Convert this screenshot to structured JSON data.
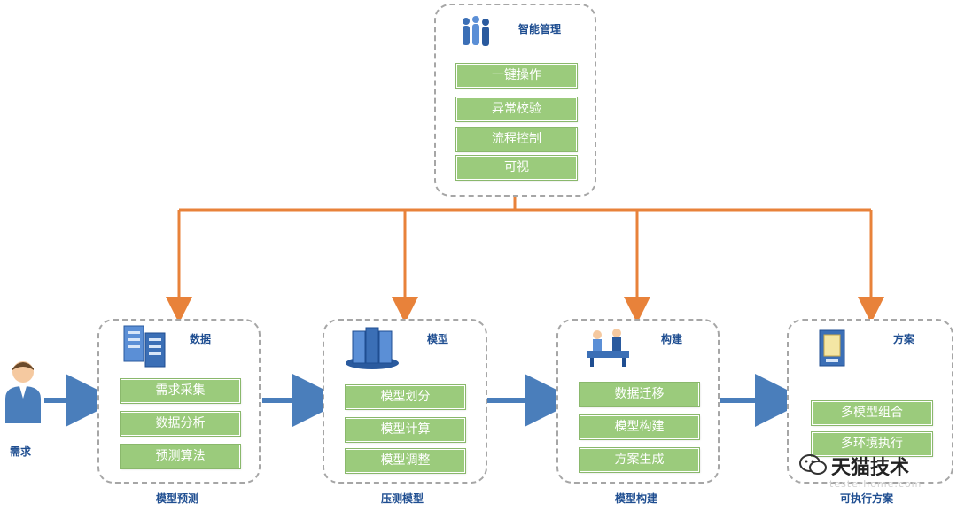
{
  "top": {
    "title": "智能管理",
    "items": [
      "一键操作",
      "异常校验",
      "流程控制",
      "可视"
    ],
    "icon": "people-group-icon"
  },
  "panels": [
    {
      "title": "数据",
      "items": [
        "需求采集",
        "数据分析",
        "预测算法"
      ],
      "caption": "模型预测",
      "icon": "server-rack-icon"
    },
    {
      "title": "模型",
      "items": [
        "模型划分",
        "模型计算",
        "模型调整"
      ],
      "caption": "压测模型",
      "icon": "database-cluster-icon"
    },
    {
      "title": "构建",
      "items": [
        "数据迁移",
        "模型构建",
        "方案生成"
      ],
      "caption": "模型构建",
      "icon": "workers-icon"
    },
    {
      "title": "方案",
      "items": [
        "多模型组合",
        "多环境执行"
      ],
      "caption": "可执行方案",
      "icon": "document-frame-icon"
    }
  ],
  "user": {
    "label": "需求",
    "icon": "user-avatar-icon"
  },
  "watermark": {
    "text": "天猫技术",
    "sub": "testerhome.com",
    "icon": "wechat-icon"
  },
  "colors": {
    "orange": "#e8823a",
    "blue": "#4a7ebb",
    "green": "#9bcb7c",
    "title": "#1f4e91"
  }
}
